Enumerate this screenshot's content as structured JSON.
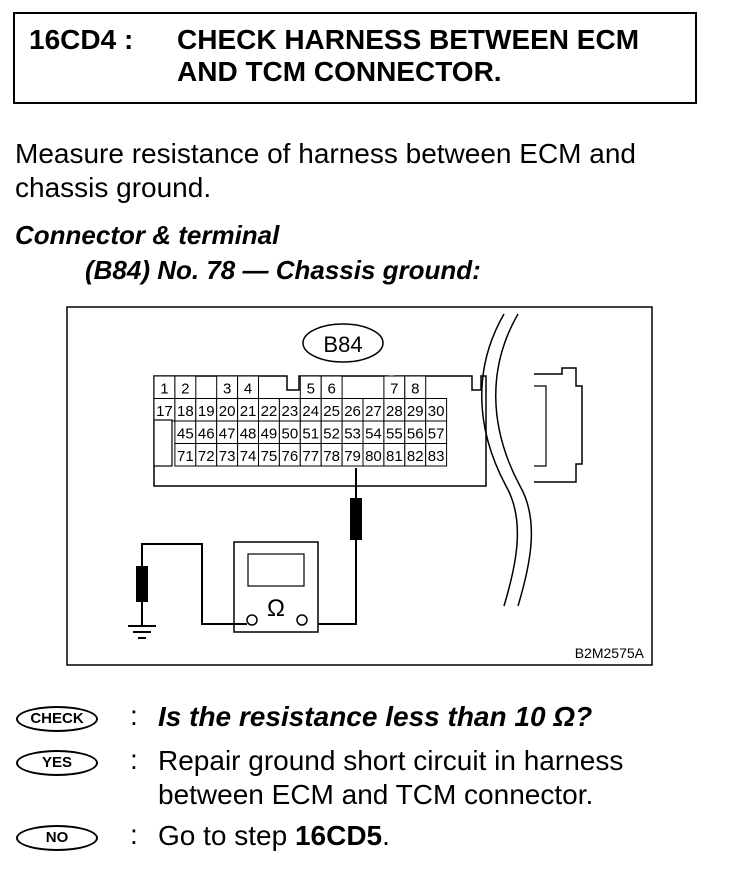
{
  "header": {
    "code": "16CD4 :",
    "title_line1": "CHECK HARNESS BETWEEN ECM",
    "title_line2": "AND TCM CONNECTOR."
  },
  "intro": {
    "line1": "Measure resistance of harness between ECM and",
    "line2": "chassis ground."
  },
  "connector": {
    "label": "Connector & terminal",
    "detail": "(B84) No. 78 — Chassis ground:"
  },
  "diagram": {
    "connector_id": "B84",
    "figure_code": "B2M2575A",
    "ohm_symbol": "Ω",
    "row1": [
      "1",
      "2",
      "",
      "3",
      "4",
      "",
      "",
      "5",
      "6",
      "",
      "",
      "7",
      "8",
      ""
    ],
    "row2": [
      "17",
      "18",
      "19",
      "20",
      "21",
      "22",
      "23",
      "24",
      "25",
      "26",
      "27",
      "28",
      "29",
      "30"
    ],
    "row3": [
      "",
      "45",
      "46",
      "47",
      "48",
      "49",
      "50",
      "51",
      "52",
      "53",
      "54",
      "55",
      "56",
      "57"
    ],
    "row4": [
      "",
      "71",
      "72",
      "73",
      "74",
      "75",
      "76",
      "77",
      "78",
      "79",
      "80",
      "81",
      "82",
      "83"
    ]
  },
  "check": {
    "badge": "CHECK",
    "colon": ":",
    "question": "Is the resistance less than 10 Ω?"
  },
  "yes": {
    "badge": "YES",
    "colon": ":",
    "line1": "Repair ground short circuit in harness",
    "line2": "between ECM and TCM connector."
  },
  "no": {
    "badge": "NO",
    "colon": ":",
    "prefix": "Go to step ",
    "step": "16CD5",
    "suffix": "."
  }
}
